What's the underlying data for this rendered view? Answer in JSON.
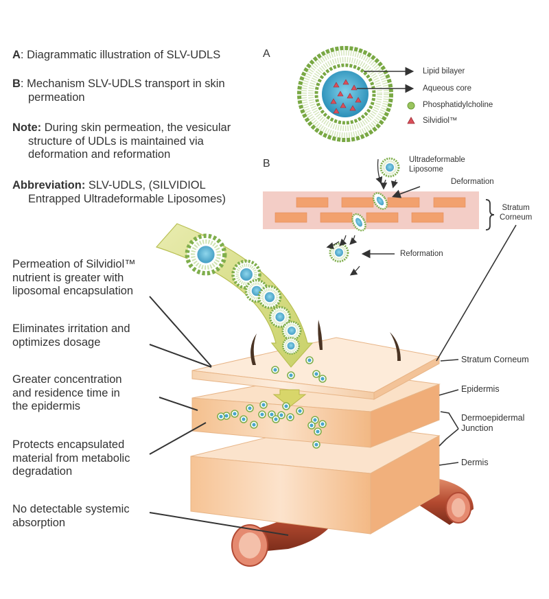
{
  "notes": {
    "a_key": "A",
    "a_text": ": Diagrammatic illustration of SLV-UDLS",
    "b_key": "B",
    "b_text_line1": ": Mechanism SLV-UDLS transport in skin",
    "b_text_line2": "permeation",
    "note_key": "Note:",
    "note_line1": " During skin permeation, the vesicular",
    "note_line2": "structure of UDLs is maintained via",
    "note_line3": "deformation and reformation",
    "abbr_key": "Abbreviation:",
    "abbr_line1": " SLV-UDLS, (SILVIDIOL",
    "abbr_line2": "Entrapped Ultradeformable Liposomes)"
  },
  "panel_a": {
    "letter": "A",
    "lipid_bilayer": "Lipid bilayer",
    "aqueous_core": "Aqueous core",
    "phosphatidylcholine": "Phosphatidylcholine",
    "silvidiol": "Silvidiol™"
  },
  "panel_b": {
    "letter": "B",
    "ultradeformable_line1": "Ultradeformable",
    "ultradeformable_line2": "Liposome",
    "deformation": "Deformation",
    "stratum_line1": "Stratum",
    "stratum_line2": "Corneum",
    "reformation": "Reformation"
  },
  "benefits": {
    "permeation_l1": "Permeation of Silvidiol™",
    "permeation_l2": "nutrient is greater with",
    "permeation_l3": "liposomal encapsulation",
    "irritation_l1": "Eliminates irritation and",
    "irritation_l2": "optimizes dosage",
    "concentration_l1": "Greater concentration",
    "concentration_l2": "and residence time in",
    "concentration_l3": "the epidermis",
    "protects_l1": "Protects encapsulated",
    "protects_l2": "material from metabolic",
    "protects_l3": "degradation",
    "absorption_l1": "No detectable systemic",
    "absorption_l2": "absorption"
  },
  "layers": {
    "stratum_corneum": "Stratum Corneum",
    "epidermis": "Epidermis",
    "dej_l1": "Dermoepidermal",
    "dej_l2": "Junction",
    "dermis": "Dermis"
  },
  "colors": {
    "stratum_fill": "#f7d9b8",
    "epidermis_fill": "#f6caa0",
    "dermis_fill": "#f8c9a0",
    "vessel": "#c85a3c",
    "arrow": "#d8dc84",
    "vesicle_green": "#7fae4c",
    "core_blue": "#3aa0c8",
    "brick": "#f0a070",
    "sc_band": "#f2c7c0"
  }
}
